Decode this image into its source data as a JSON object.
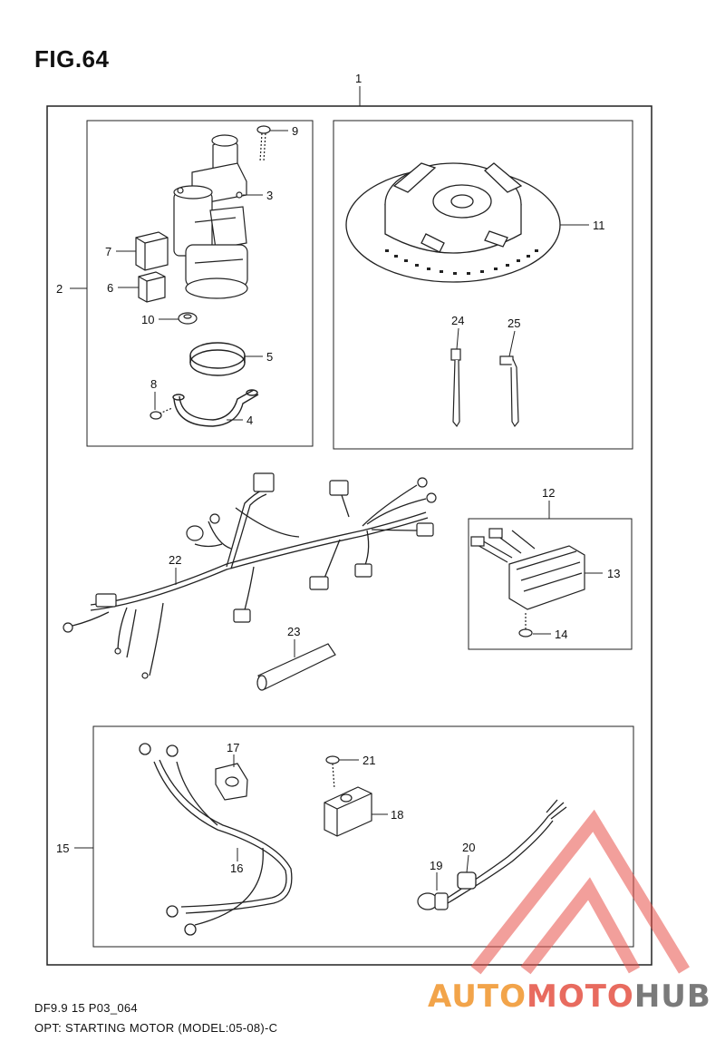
{
  "figure": {
    "title": "FIG.64"
  },
  "callouts": {
    "c1": "1",
    "c2": "2",
    "c3": "3",
    "c4": "4",
    "c5": "5",
    "c6": "6",
    "c7": "7",
    "c8": "8",
    "c9": "9",
    "c10": "10",
    "c11": "11",
    "c12": "12",
    "c13": "13",
    "c14": "14",
    "c15": "15",
    "c16": "16",
    "c17": "17",
    "c18": "18",
    "c19": "19",
    "c20": "20",
    "c21": "21",
    "c22": "22",
    "c23": "23",
    "c24": "24",
    "c25": "25"
  },
  "footer": {
    "code": "DF9.9 15 P03_064",
    "caption": "OPT: STARTING MOTOR (MODEL:05-08)-C"
  },
  "watermark": {
    "part1": "AUTO",
    "part2": "MOTO",
    "part3": "HUB"
  },
  "colors": {
    "line": "#222222",
    "watermark_red": "#e8524a",
    "watermark_orange": "#f2a44a",
    "watermark_gray": "#7a7a7a"
  }
}
